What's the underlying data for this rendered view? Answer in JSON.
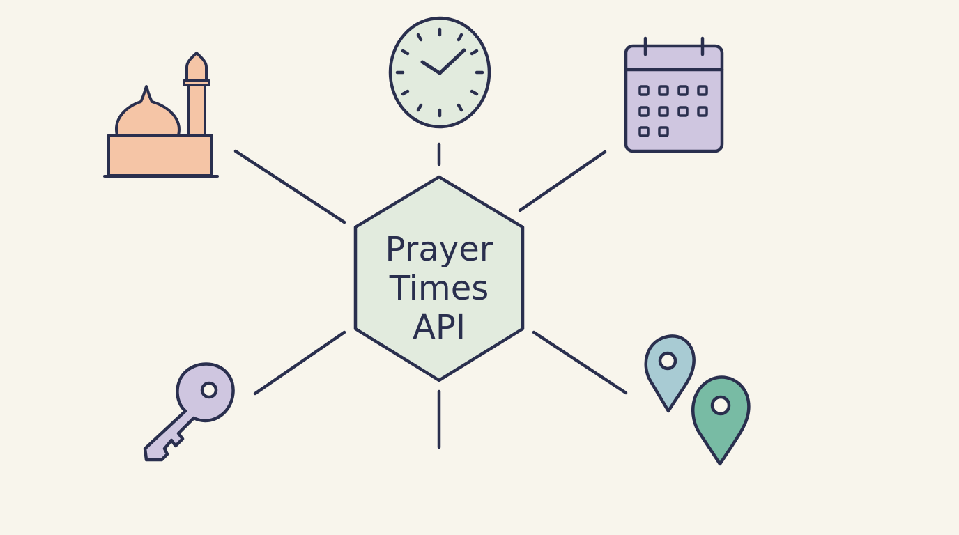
{
  "hub": {
    "lines": [
      "Prayer",
      "Times",
      "API"
    ]
  },
  "colors": {
    "background": "#f8f5ec",
    "stroke": "#2a2f4e",
    "hub_fill": "#e2ebde",
    "mosque_fill": "#f5c5a6",
    "clock_fill": "#e2ebde",
    "calendar_fill": "#cfc6e0",
    "key_fill": "#cfc6e0",
    "pin_light_fill": "#a8cbd3",
    "pin_dark_fill": "#78bba4"
  },
  "icons": [
    "mosque-icon",
    "clock-icon",
    "calendar-icon",
    "key-icon",
    "location-pins-icon"
  ]
}
